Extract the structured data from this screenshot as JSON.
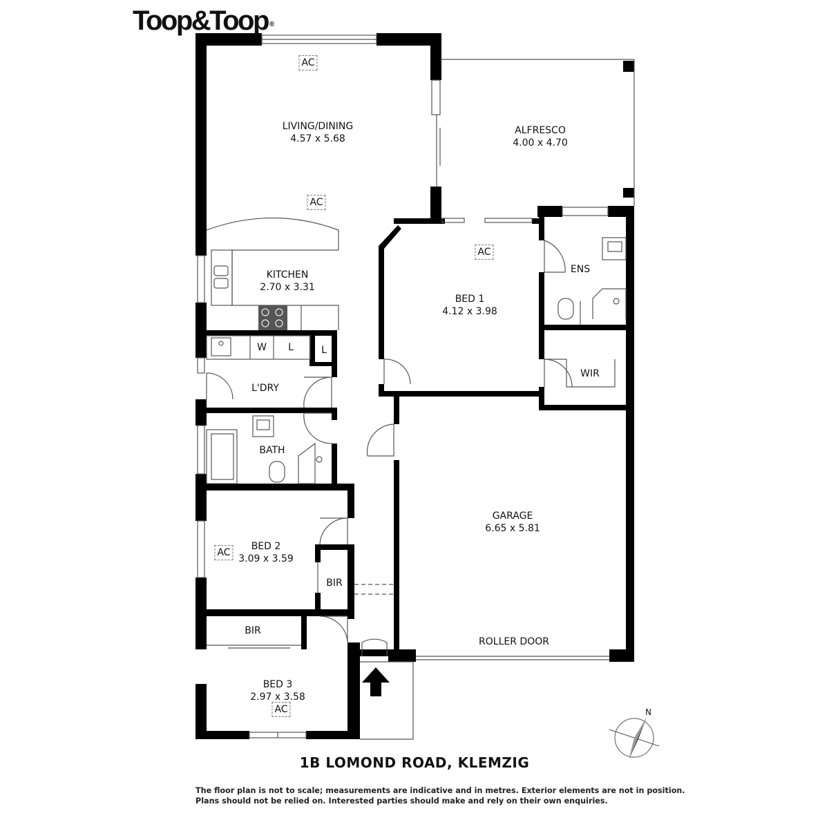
{
  "brand": {
    "name": "Toop&Toop",
    "mark": "®"
  },
  "rooms": {
    "living_dining": {
      "name": "LIVING/DINING",
      "size": "4.57 x 5.68"
    },
    "alfresco": {
      "name": "ALFRESCO",
      "size": "4.00 x 4.70"
    },
    "kitchen": {
      "name": "KITCHEN",
      "size": "2.70 x 3.31"
    },
    "bed1": {
      "name": "BED 1",
      "size": "4.12 x 3.98"
    },
    "ens": {
      "name": "ENS"
    },
    "wir": {
      "name": "WIR"
    },
    "laundry": {
      "name": "L'DRY"
    },
    "bath": {
      "name": "BATH"
    },
    "garage": {
      "name": "GARAGE",
      "size": "6.65 x 5.81"
    },
    "roller_door": {
      "name": "ROLLER DOOR"
    },
    "bed2": {
      "name": "BED 2",
      "size": "3.09 x 3.59"
    },
    "bir_bed2": {
      "name": "BIR"
    },
    "bir_bed3": {
      "name": "BIR"
    },
    "bed3": {
      "name": "BED 3",
      "size": "2.97 x 3.58"
    }
  },
  "fixtures": {
    "washer": "W",
    "linen1": "L",
    "linen2": "L",
    "ac": "AC"
  },
  "compass": {
    "north": "N"
  },
  "address": "1B LOMOND ROAD, KLEMZIG",
  "disclaimer": {
    "line1": "The floor plan is not to scale; measurements are indicative and in metres. Exterior elements are not in position.",
    "line2": "Plans should not be relied on. Interested parties should make and rely on their own enquiries."
  }
}
